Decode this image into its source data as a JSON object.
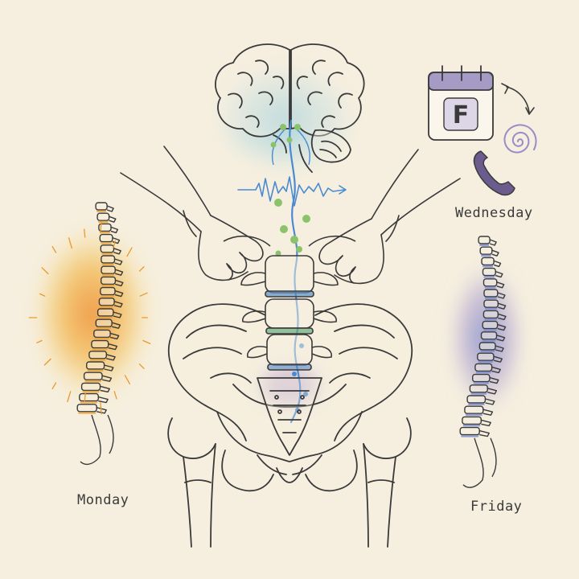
{
  "labels": {
    "wednesday": "Wednesday",
    "monday": "Monday",
    "friday": "Friday"
  },
  "calendar": {
    "letter": "F"
  },
  "colors": {
    "background": "#f6efdf",
    "ink": "#3a3a3a",
    "nerve": "#4a8ad0",
    "node": "#8cc26a",
    "pain_warm": "#f2b23a",
    "pain_hot": "#ee8a2c",
    "cool_blue": "#6f86cf",
    "cool_violet": "#9b8ac8",
    "calendar_accent": "#8a7cb8"
  },
  "icons": [
    "calendar-icon",
    "cycle-arrows-icon",
    "spiral-icon",
    "phone-icon",
    "brain-icon",
    "nerve-signal-icon",
    "hands-icon",
    "pelvis-icon",
    "spine-icon"
  ]
}
